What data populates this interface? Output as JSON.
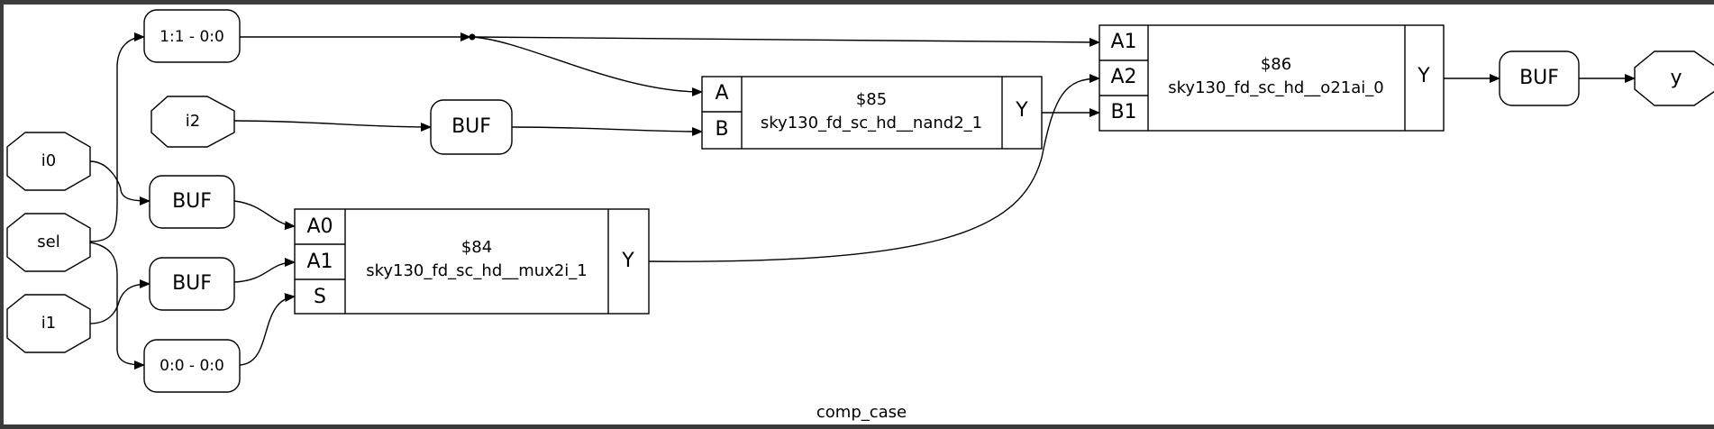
{
  "diagram": {
    "caption": "comp_case",
    "ports": {
      "i0": "i0",
      "sel": "sel",
      "i1": "i1",
      "i2": "i2",
      "y": "y"
    },
    "slices": {
      "sel_hi": "1:1 - 0:0",
      "sel_lo": "0:0 - 0:0"
    },
    "buffers": {
      "label": "BUF"
    },
    "cells": {
      "mux": {
        "id": "$84",
        "type": "sky130_fd_sc_hd__mux2i_1",
        "pins_in": [
          "A0",
          "A1",
          "S"
        ],
        "pin_out": "Y"
      },
      "nand": {
        "id": "$85",
        "type": "sky130_fd_sc_hd__nand2_1",
        "pins_in": [
          "A",
          "B"
        ],
        "pin_out": "Y"
      },
      "o21ai": {
        "id": "$86",
        "type": "sky130_fd_sc_hd__o21ai_0",
        "pins_in": [
          "A1",
          "A2",
          "B1"
        ],
        "pin_out": "Y"
      }
    }
  }
}
